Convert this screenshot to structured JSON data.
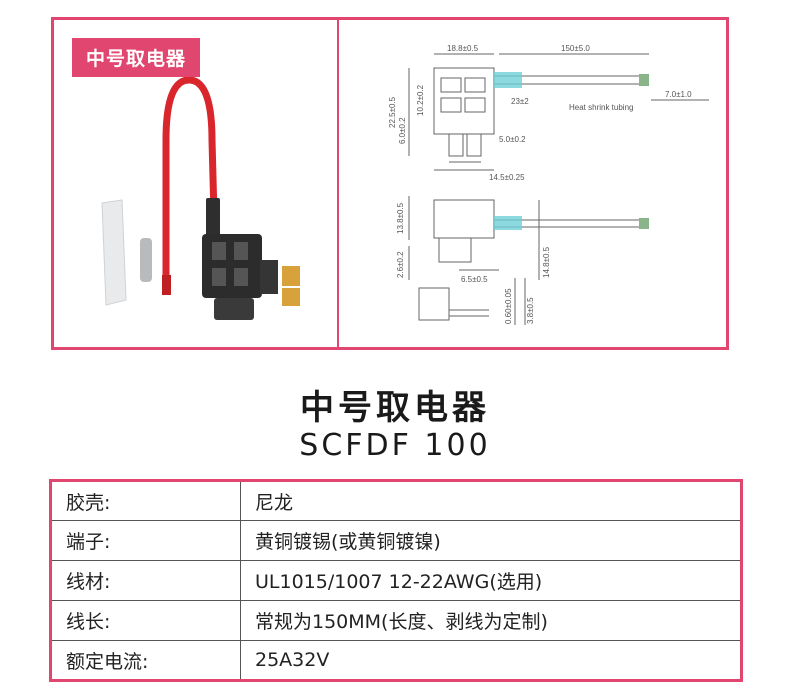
{
  "badge": {
    "label": "中号取电器"
  },
  "drawing": {
    "dims": {
      "top_width": "18.8±0.5",
      "cable_len": "150±5.0",
      "strip": "7.0±1.0",
      "height_total": "22.5±0.5",
      "height_a": "10.2±0.2",
      "height_b": "6.0±0.2",
      "offset": "23±2",
      "blade_gap": "5.0±0.2",
      "blade_width": "14.5±0.25",
      "side_h": "13.8±0.5",
      "side_b": "2.6±0.2",
      "side_w": "6.5±0.5",
      "side_total": "14.8±0.5",
      "small_a": "0.60±0.05",
      "small_b": "3.8±0.5"
    },
    "heat_label": "Heat shrink tubing"
  },
  "product": {
    "title": "中号取电器",
    "model": "SCFDF 100"
  },
  "specs": [
    {
      "key": "胶壳:",
      "value": "尼龙"
    },
    {
      "key": "端子:",
      "value": "黄铜镀锡(或黄铜镀镍)"
    },
    {
      "key": "线材:",
      "value": "UL1015/1007 12-22AWG(选用)"
    },
    {
      "key": "线长:",
      "value": "常规为150MM(长度、剥线为定制)"
    },
    {
      "key": "额定电流:",
      "value": "25A32V"
    }
  ]
}
